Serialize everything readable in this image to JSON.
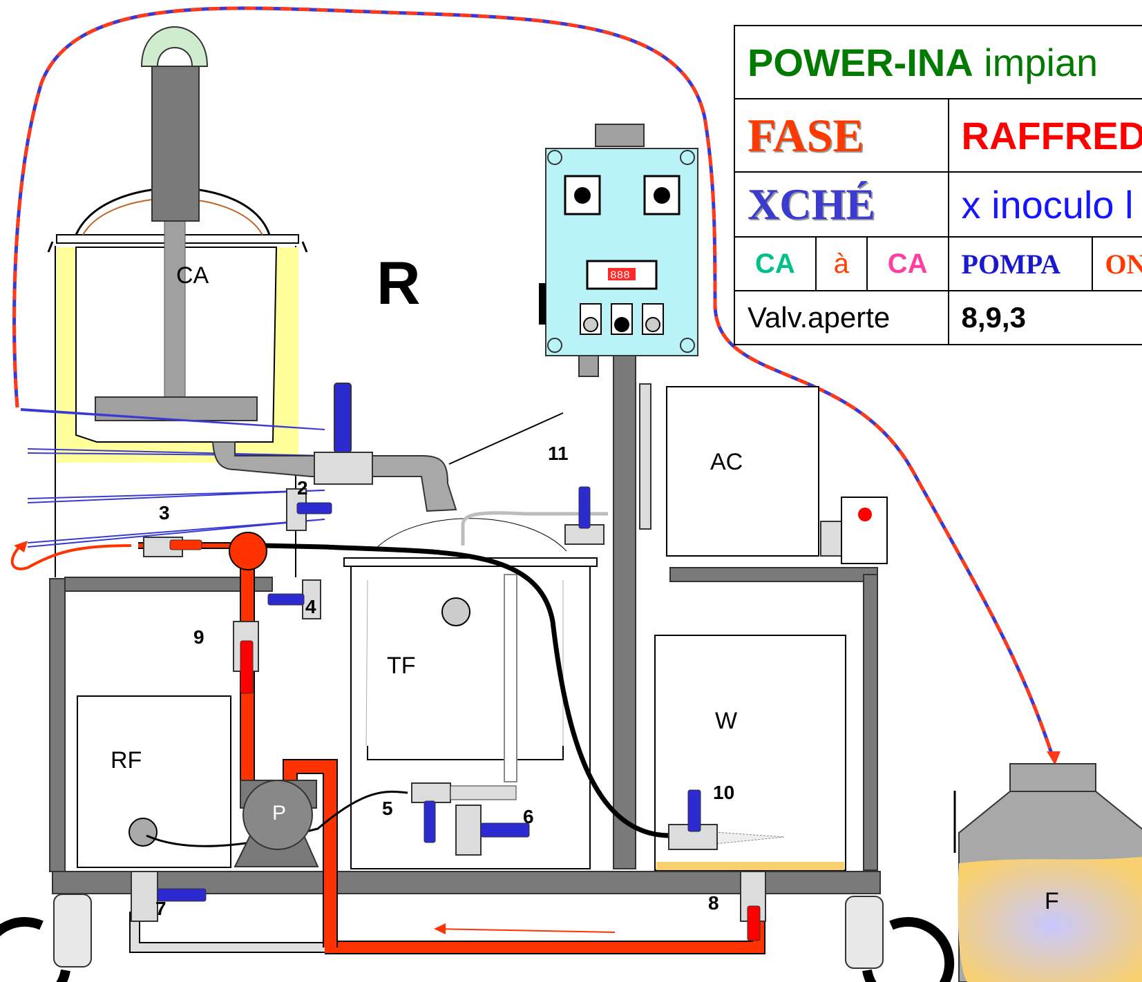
{
  "title": {
    "brand": "POWER-INA",
    "suffix": "impian"
  },
  "phase": {
    "label": "FASE",
    "value": "RAFFRED"
  },
  "reason": {
    "label": "XCHÉ",
    "value": "x inoculo l"
  },
  "flow": {
    "from": "CA",
    "arrow": "à",
    "to": "CA",
    "pump_label": "POMPA",
    "pump_state": "ON"
  },
  "valves": {
    "label": "Valv.aperte",
    "value": "8,9,3"
  },
  "vessels": {
    "ca": "CA",
    "r": "R",
    "ac": "AC",
    "tf": "TF",
    "rf": "RF",
    "w": "W",
    "p": "P",
    "f": "F"
  },
  "valve_numbers": [
    "2",
    "3",
    "4",
    "5",
    "6",
    "7",
    "8",
    "9",
    "10",
    "11"
  ],
  "controller_display": "888",
  "colors": {
    "hot_pipe": "#ff3300",
    "cold_pipe": "#d8d8d8",
    "valve_handle": "#2b2bd0",
    "frame": "#7a7a7a",
    "control_box": "#b9f3f7",
    "mash_jacket": "#ffff9c",
    "fermenter_liquid": "#f8d070",
    "fermenter_core": "#c8c8ff",
    "heater_cable_red": "#ff3a1a",
    "heater_cable_blue": "#3a3ad0"
  }
}
